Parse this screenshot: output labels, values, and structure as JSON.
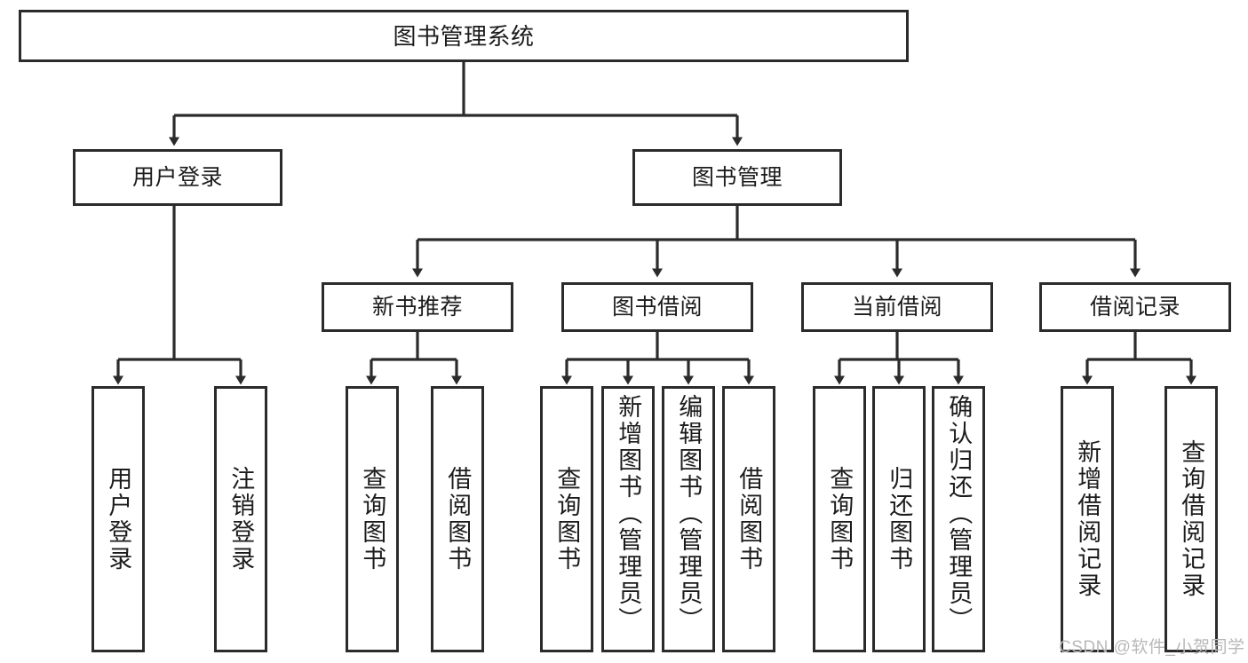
{
  "diagram": {
    "type": "hierarchy-tree",
    "title": "图书管理系统",
    "watermark": "CSDN @软件_小贺同学",
    "colors": {
      "box_border": "#2b2b2b",
      "box_fill": "#ffffff",
      "connector": "#2b2b2b",
      "text": "#1c1c1c",
      "watermark": "#b9b9b9"
    },
    "levels": {
      "root": "图书管理系统",
      "level2": [
        "用户登录",
        "图书管理"
      ],
      "level3": [
        "新书推荐",
        "图书借阅",
        "当前借阅",
        "借阅记录"
      ]
    },
    "nodes": {
      "root": {
        "label": "图书管理系统"
      },
      "user_login": {
        "label": "用户登录"
      },
      "book_manage": {
        "label": "图书管理"
      },
      "new_book_rec": {
        "label": "新书推荐"
      },
      "book_borrow": {
        "label": "图书借阅"
      },
      "current_borrow": {
        "label": "当前借阅"
      },
      "borrow_record": {
        "label": "借阅记录"
      },
      "leaf_user_login": {
        "label": "用户登录"
      },
      "leaf_logout": {
        "label": "注销登录"
      },
      "leaf_query_book_1": {
        "label": "查询图书"
      },
      "leaf_borrow_book_1": {
        "label": "借阅图书"
      },
      "leaf_query_book_2": {
        "label": "查询图书"
      },
      "leaf_add_book": {
        "label": "新增图书（管理员）"
      },
      "leaf_edit_book": {
        "label": "编辑图书（管理员）"
      },
      "leaf_borrow_book_2": {
        "label": "借阅图书"
      },
      "leaf_query_book_3": {
        "label": "查询图书"
      },
      "leaf_return_book": {
        "label": "归还图书"
      },
      "leaf_confirm_return": {
        "label": "确认归还（管理员）"
      },
      "leaf_add_record": {
        "label": "新增借阅记录"
      },
      "leaf_query_record": {
        "label": "查询借阅记录"
      }
    }
  }
}
